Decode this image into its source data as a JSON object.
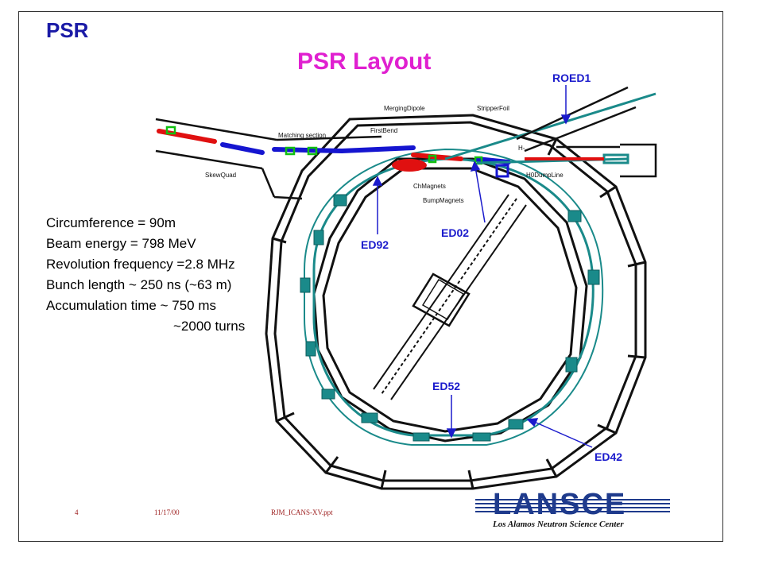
{
  "header": {
    "section": "PSR"
  },
  "slide": {
    "title": "PSR Layout"
  },
  "stats": [
    "Circumference = 90m",
    "Beam energy = 798  MeV",
    "Revolution frequency =2.8 MHz",
    "Bunch length ~ 250 ns (~63 m)",
    "Accumulation time ~ 750 ms",
    "~2000 turns"
  ],
  "diagram_labels": {
    "roed1": "ROED1",
    "ed92": "ED92",
    "ed02": "ED02",
    "ed52": "ED52",
    "ed42": "ED42",
    "matching_section": "Matching section",
    "merging_dipole": "MergingDipole",
    "stripper_foil": "StripperFoil",
    "first_bend": "FirstBend",
    "skew_quad": "SkewQuad",
    "chicane_magnets": "ChMagnets",
    "bump_magnets": "BumpMagnets",
    "hpd_dump_line": "H0DumpLine",
    "misc_h": "H-"
  },
  "colors": {
    "header": "#1a1aa6",
    "title": "#e020d0",
    "callout": "#1a1acc",
    "ring_beam": "#1a8a8a",
    "injection_red": "#e01010",
    "injection_blue": "#1515d0",
    "injection_green": "#10c010"
  },
  "footer": {
    "page": "4",
    "date": "11/17/00",
    "file": "RJM_ICANS-XV.ppt"
  },
  "logo": {
    "word": "LANSCE",
    "subtitle": "Los Alamos Neutron Science Center"
  }
}
